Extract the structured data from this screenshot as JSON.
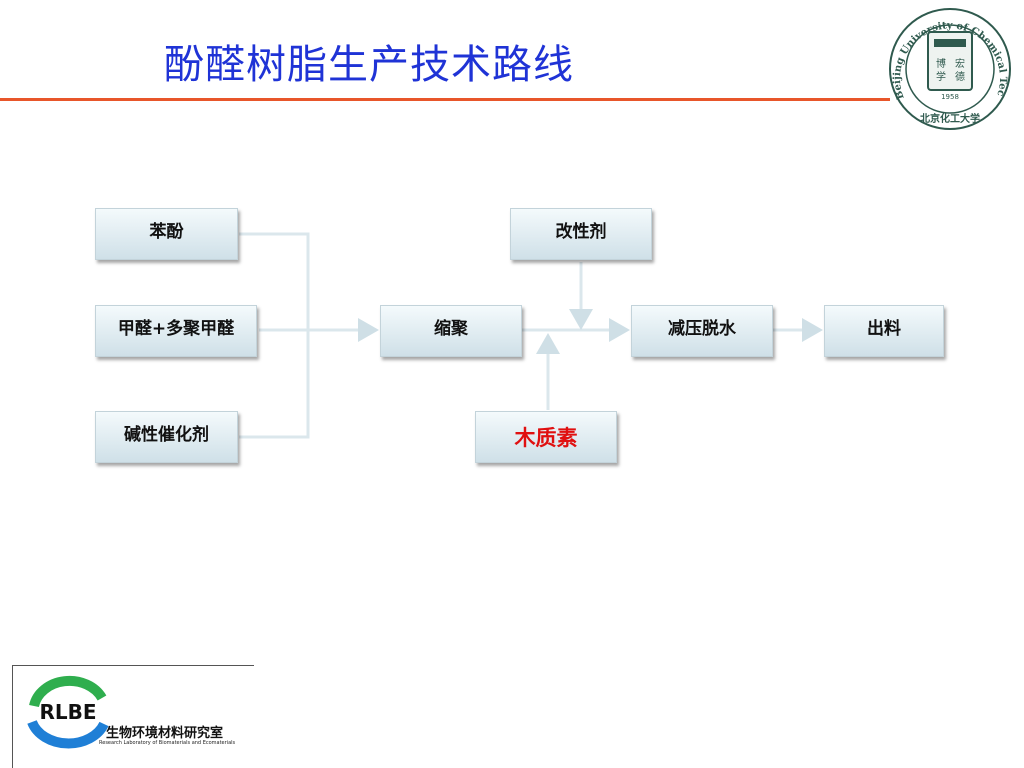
{
  "title": "酚醛树脂生产技术路线",
  "nodes": {
    "phenol": "苯酚",
    "formaldehyde": "甲醛+多聚甲醛",
    "catalyst": "碱性催化剂",
    "condensation": "缩聚",
    "modifier": "改性剂",
    "lignin": "木质素",
    "dehydration": "减压脱水",
    "discharge": "出料"
  },
  "seal": {
    "ring_text": "Beijing University of Chemical Technology",
    "motto_1": "博",
    "motto_2": "宏",
    "motto_3": "学",
    "motto_4": "德",
    "year": "1958",
    "cn_name": "北京化工大学"
  },
  "lab_logo": {
    "acronym": "RLBE",
    "name_cn": "生物环境材料研究室",
    "name_en": "Research Laboratory of Biomaterials and Ecomaterials"
  },
  "colors": {
    "title": "#1f33d6",
    "rule": "#e8562a",
    "highlight": "#e01010",
    "seal": "#2f5a4e",
    "logo_blue": "#1f7fd6",
    "logo_green": "#2fae4e"
  }
}
